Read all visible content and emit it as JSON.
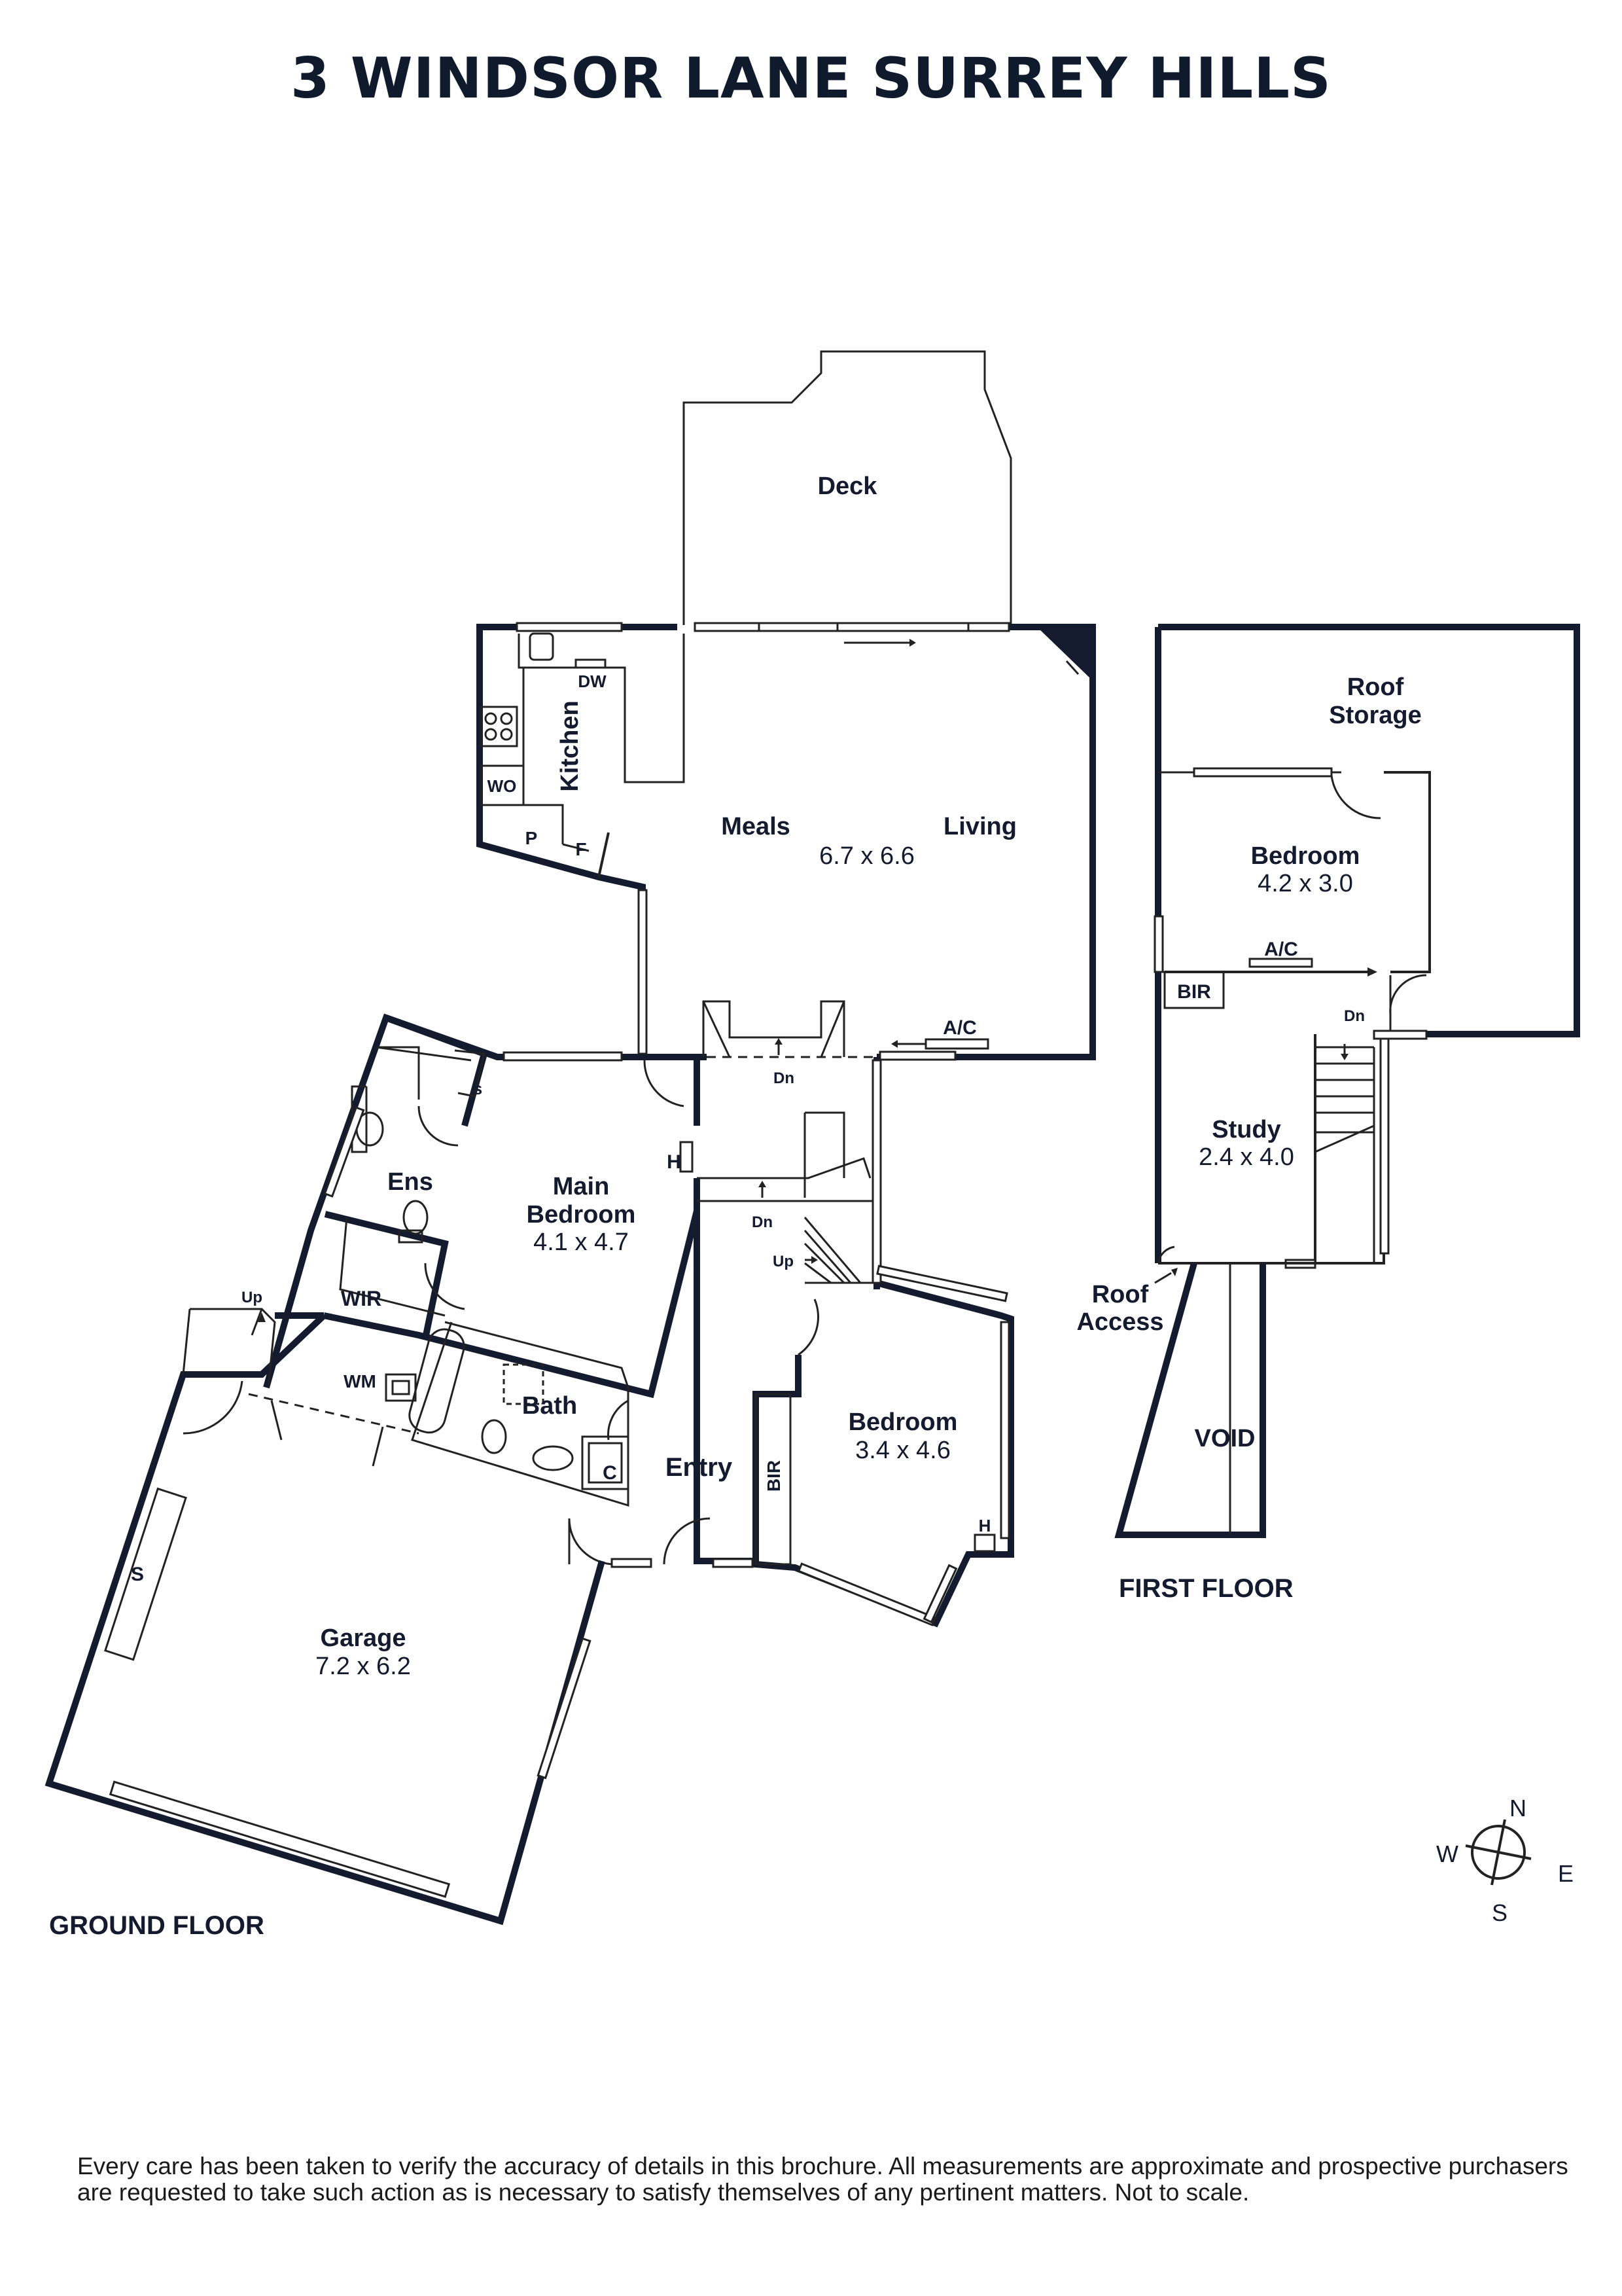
{
  "title": "3 WINDSOR LANE SURREY HILLS",
  "floors": {
    "ground": "GROUND FLOOR",
    "first": "FIRST FLOOR"
  },
  "rooms": {
    "deck": {
      "name": "Deck"
    },
    "kitchen": {
      "name": "Kitchen"
    },
    "meals": {
      "name": "Meals"
    },
    "living": {
      "name": "Living"
    },
    "meals_living_dims": "6.7 x 6.6",
    "main_bedroom": {
      "name_line1": "Main",
      "name_line2": "Bedroom",
      "dims": "4.1 x 4.7"
    },
    "ens": {
      "name": "Ens"
    },
    "wir": {
      "name": "WIR"
    },
    "bath": {
      "name": "Bath"
    },
    "entry": {
      "name": "Entry"
    },
    "bedroom2": {
      "name": "Bedroom",
      "dims": "3.4 x 4.6"
    },
    "garage": {
      "name": "Garage",
      "dims": "7.2 x 6.2"
    },
    "roof_storage": {
      "name_line1": "Roof",
      "name_line2": "Storage"
    },
    "bedroom3": {
      "name": "Bedroom",
      "dims": "4.2 x 3.0"
    },
    "study": {
      "name": "Study",
      "dims": "2.4 x 4.0"
    },
    "void": {
      "name": "VOID"
    },
    "roof_access": {
      "name_line1": "Roof",
      "name_line2": "Access"
    }
  },
  "fixtures": {
    "dw": "DW",
    "wo": "WO",
    "p": "P",
    "f": "F",
    "ac": "A/C",
    "dn": "Dn",
    "up": "Up",
    "h": "H",
    "s": "S",
    "s_small": "s",
    "wm": "WM",
    "c": "C",
    "bir": "BIR"
  },
  "compass": {
    "n": "N",
    "e": "E",
    "s": "S",
    "w": "W"
  },
  "disclaimer": "Every care has been taken to verify the accuracy of details in this brochure. All measurements are approximate and prospective purchasers are requested to take such action as is necessary to satisfy themselves of any pertinent matters. Not to scale."
}
